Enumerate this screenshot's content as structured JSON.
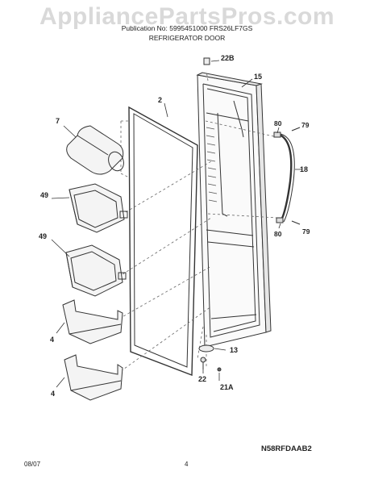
{
  "header": {
    "watermark": "AppliancePartsPros.com",
    "line1": "Publication No: 5995451000  FRS26LF7GS",
    "title": "REFRIGERATOR DOOR"
  },
  "callouts": {
    "c2": "2",
    "c7": "7",
    "c49a": "49",
    "c49b": "49",
    "c4a": "4",
    "c4b": "4",
    "c22b": "22B",
    "c15": "15",
    "c80a": "80",
    "c79a": "79",
    "c18": "18",
    "c80b": "80",
    "c79b": "79",
    "c13": "13",
    "c22": "22",
    "c21a": "21A"
  },
  "footer": {
    "code": "N58RFDAAB2",
    "date": "08/07",
    "page": "4"
  }
}
